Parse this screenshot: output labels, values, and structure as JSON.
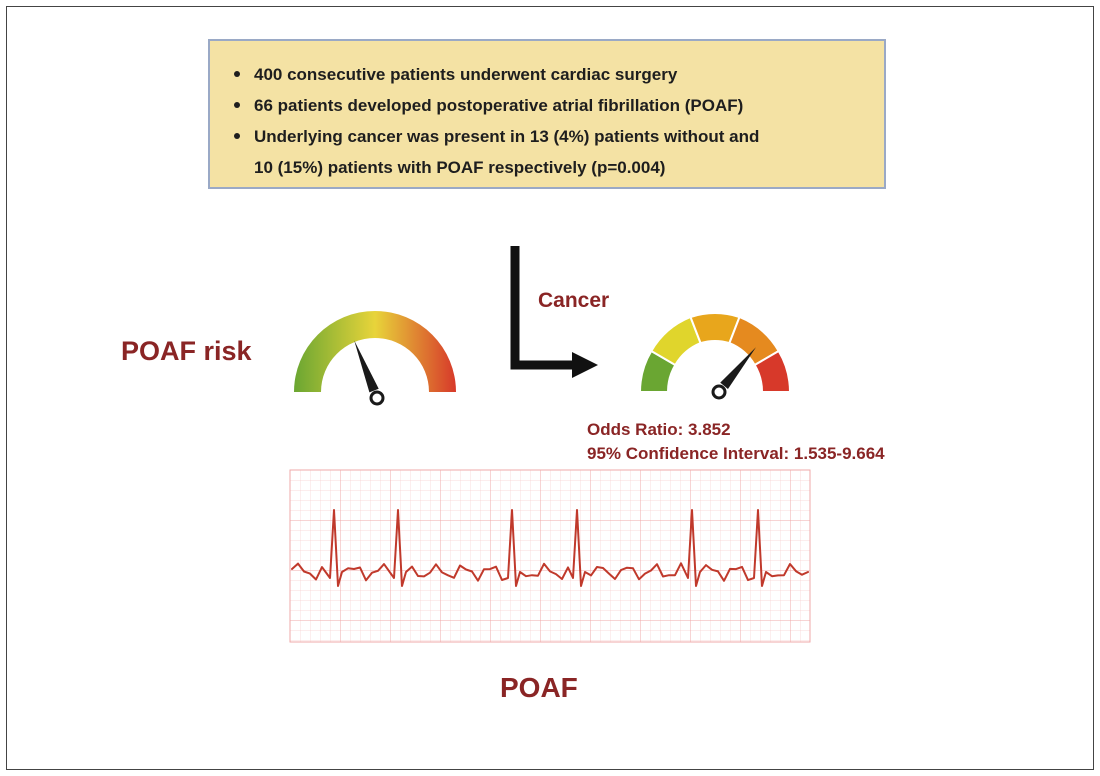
{
  "summary": {
    "items": [
      {
        "lines": [
          "400 consecutive patients underwent cardiac surgery"
        ]
      },
      {
        "lines": [
          "66 patients developed postoperative atrial fibrillation (POAF)"
        ]
      },
      {
        "lines": [
          "Underlying cancer was present in 13 (4%) patients without and",
          "10 (15%) patients with POAF respectively (p=0.004)"
        ]
      }
    ]
  },
  "left_gauge": {
    "label": "POAF risk",
    "level": 0.38
  },
  "arrow": {
    "label": "Cancer"
  },
  "right_gauge": {
    "level": 0.72
  },
  "stats": {
    "odds_ratio": "Odds Ratio: 3.852",
    "confidence_interval": "95% Confidence Interval: 1.535-9.664"
  },
  "ecg": {
    "label": "POAF"
  },
  "colors": {
    "label": "#8a2525",
    "box_fill": "#f4e2a4",
    "box_border": "#9aa9c6",
    "ecg_grid": "#f2b3b3",
    "ecg_trace": "#c0392b",
    "gauge_green": "#6aa632",
    "gauge_yellow": "#e8d43a",
    "gauge_orange": "#e99a1e",
    "gauge_red": "#d7392a"
  }
}
